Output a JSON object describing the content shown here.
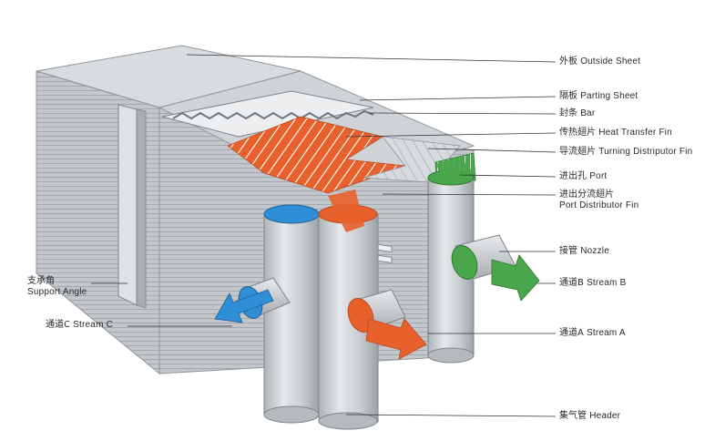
{
  "labels": {
    "outside_sheet": {
      "zh": "外板",
      "en": "Outside Sheet"
    },
    "parting_sheet": {
      "zh": "隔板",
      "en": "Parting Sheet"
    },
    "bar": {
      "zh": "封条",
      "en": "Bar"
    },
    "heat_fin": {
      "zh": "传热翅片",
      "en": "Heat Transfer Fin"
    },
    "turning_fin": {
      "zh": "导流翅片",
      "en": "Turning Distriputor Fin"
    },
    "port": {
      "zh": "进出孔",
      "en": "Port"
    },
    "port_fin": {
      "zh": "进出分流翅片",
      "en": "Port Distributor Fin"
    },
    "nozzle": {
      "zh": "接管",
      "en": "Nozzle"
    },
    "stream_b": {
      "zh": "通道B",
      "en": "Stream B"
    },
    "stream_a": {
      "zh": "通道A",
      "en": "Stream A"
    },
    "header": {
      "zh": "集气管",
      "en": "Header"
    },
    "support_angle": {
      "zh": "支承角",
      "en": "Support Angle"
    },
    "stream_c": {
      "zh": "通道C",
      "en": "Stream C"
    }
  },
  "colors": {
    "stream_a": "#e8602c",
    "stream_b": "#4aa64a",
    "stream_c": "#2f8fd6",
    "metal": "#c9cdd1",
    "metal_dark": "#8f959b",
    "metal_light": "#e4e7ea"
  }
}
